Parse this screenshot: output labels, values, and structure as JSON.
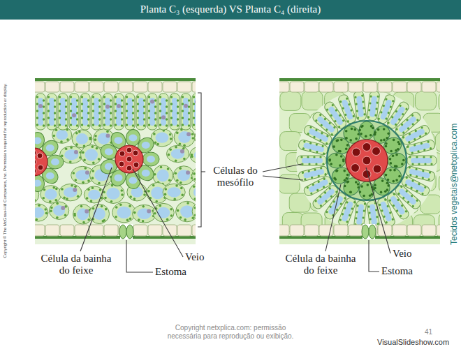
{
  "diagram": {
    "title": "Planta C₃ (esquerda) VS Planta C₄ (direita)",
    "labels": [
      "Copyright © The McGraw-Hill Companies, Inc. Permission required for reproduction or display.",
      "Células do mesófilo",
      "Célula da bainha do feixe",
      "Veio",
      "Estoma",
      "Célula da bainha do feixe",
      "Veio",
      "Estoma",
      "Tecidos vegetais@netxplica.com",
      "Copyright netxplica.com: permissão necessária para reprodução ou exibição.",
      "41",
      "VisualSlideshow.com"
    ]
  }
}
